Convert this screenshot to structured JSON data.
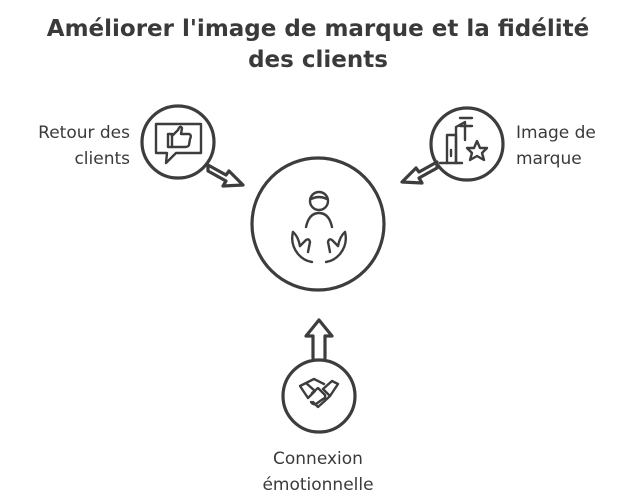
{
  "title": {
    "line1": "Améliorer l'image de marque et la fidélité",
    "line2": "des clients"
  },
  "nodes": {
    "feedback": {
      "line1": "Retour des",
      "line2": "clients",
      "icon": "thumbs-up-speech-bubble-icon"
    },
    "brand": {
      "line1": "Image de",
      "line2": "marque",
      "icon": "building-star-icon"
    },
    "emotional": {
      "line1": "Connexion",
      "line2": "émotionnelle",
      "icon": "handshake-icon"
    },
    "center": {
      "icon": "person-cupped-hands-icon"
    }
  },
  "colors": {
    "stroke": "#3d3d3d",
    "text": "#3a3a3a",
    "background": "#ffffff"
  }
}
